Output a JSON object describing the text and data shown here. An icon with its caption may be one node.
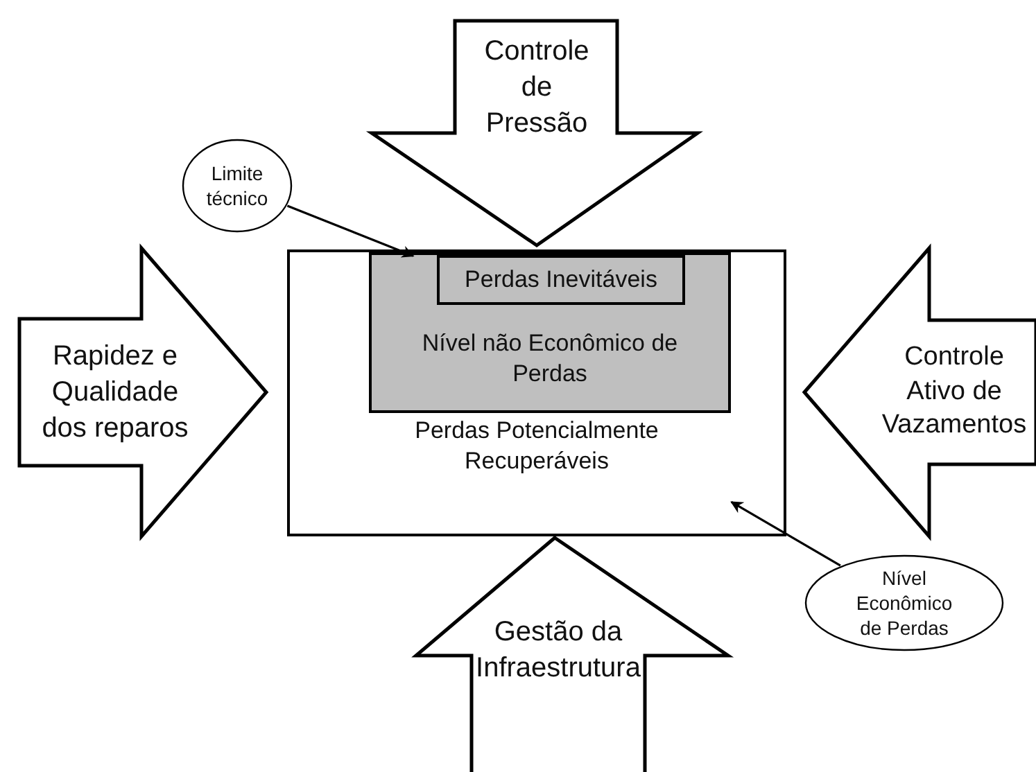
{
  "diagram": {
    "nodes": [
      {
        "text": [
          "Controle de Pressão"
        ]
      },
      {
        "text": [
          "Limite técnico"
        ]
      },
      {
        "text": [
          "Perdas Potencialmente Recuperáveis"
        ]
      },
      {
        "text": [
          "Nível não Econômico de Perdas"
        ],
        "in": 2
      },
      {
        "text": [
          "Perdas Inevitáveis"
        ],
        "in": 3
      },
      {
        "text": [
          "Rapidez e Qualidade dos reparos"
        ]
      },
      {
        "text": [
          "Controle Ativo de Vazamentos"
        ]
      },
      {
        "text": [
          "Nível Econômico de Perdas"
        ]
      },
      {
        "text": [
          "Gestão da Infraestrutura"
        ]
      }
    ],
    "edges": [
      {
        "from": 1,
        "to": 3,
        "arrow": "to"
      },
      {
        "from": 7,
        "to": 2,
        "arrow": "to"
      }
    ]
  }
}
